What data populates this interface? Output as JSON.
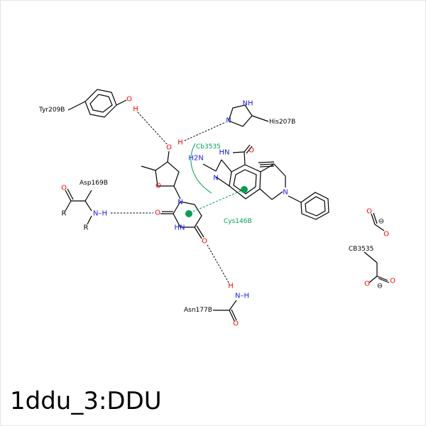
{
  "title": "1ddu_3:DDU",
  "residues": {
    "tyr": "Tyr209B",
    "his": "His207B",
    "asp": "Asp169B",
    "asn": "Asn177B",
    "cys": "Cys146B",
    "cb_green": "Cb3535",
    "cb_black": "CB3535"
  },
  "atoms": {
    "O": "O",
    "H": "H",
    "N": "N",
    "NH": "NH",
    "HN": "HN",
    "R": "R",
    "N_H": "N–H",
    "H2N": "H2N",
    "minus": "⊖"
  },
  "colors": {
    "nitrogen": "#1a1aff",
    "oxygen": "#ff0000",
    "interaction": "#00a050"
  }
}
